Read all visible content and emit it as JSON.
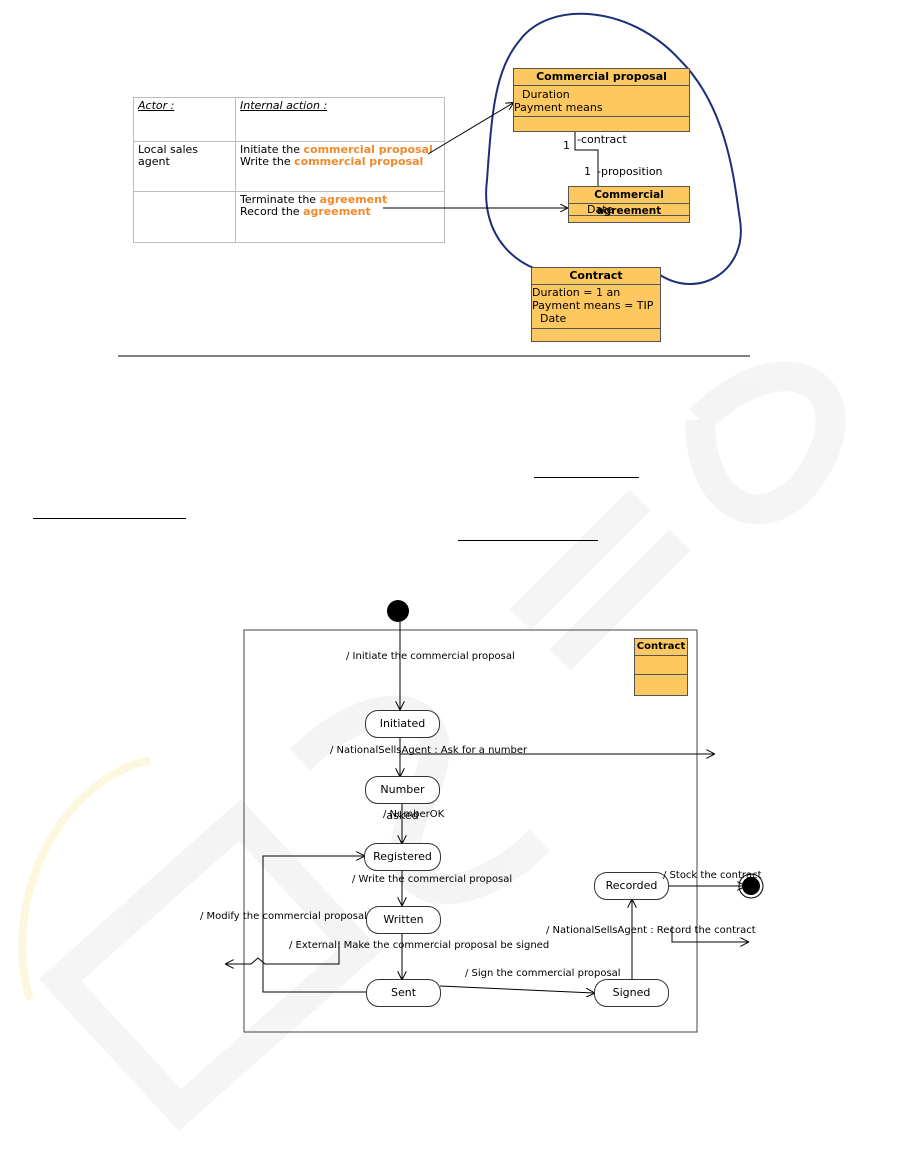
{
  "actor_table": {
    "header_actor": "Actor :",
    "header_action": "Internal action :",
    "rows": [
      {
        "actor": "Local sales agent",
        "actions": [
          {
            "text": "Initiate the ",
            "highlight": "commercial proposal"
          },
          {
            "text": "Write the ",
            "highlight": "commercial proposal"
          }
        ]
      },
      {
        "actor": "",
        "actions": [
          {
            "text": "Terminate the ",
            "highlight": "agreement"
          },
          {
            "text": "Record the ",
            "highlight": "agreement"
          }
        ]
      }
    ]
  },
  "class_diagram": {
    "commercial_proposal": {
      "title": "Commercial proposal",
      "attrs": [
        "Duration",
        "Payment means"
      ]
    },
    "assoc_contract_mult": "1",
    "assoc_contract_role": "-contract",
    "assoc_proposition_mult": "1",
    "assoc_proposition_role": "-proposition",
    "commercial_agreement": {
      "title": "Commercial agreement",
      "attrs": [
        "Date"
      ]
    },
    "contract": {
      "title": "Contract",
      "attrs": [
        "Duration = 1 an",
        "Payment means = TIP",
        "Date"
      ]
    }
  },
  "state_diagram": {
    "contract_box": {
      "title": "Contract"
    },
    "states": {
      "initiated": "Initiated",
      "number_asked": "Number asked",
      "registered": "Registered",
      "written": "Written",
      "sent": "Sent",
      "signed": "Signed",
      "recorded": "Recorded"
    },
    "transitions": {
      "initiate": "/ Initiate the commercial proposal",
      "ask_number": "/ NationalSellsAgent : Ask for a number",
      "number_ok": "/ NumberOK",
      "write": "/ Write the commercial proposal",
      "modify": "/ Modify the commercial proposal",
      "external": "/ External: Make the commercial proposal be signed",
      "sign": "/ Sign the commercial proposal",
      "record": "/ NationalSellsAgent : Record the contract",
      "stock": "/ Stock the contract"
    }
  },
  "colors": {
    "class_fill": "#fcc85f",
    "highlight": "#f08a2a",
    "blob": "#1e2f7a"
  }
}
